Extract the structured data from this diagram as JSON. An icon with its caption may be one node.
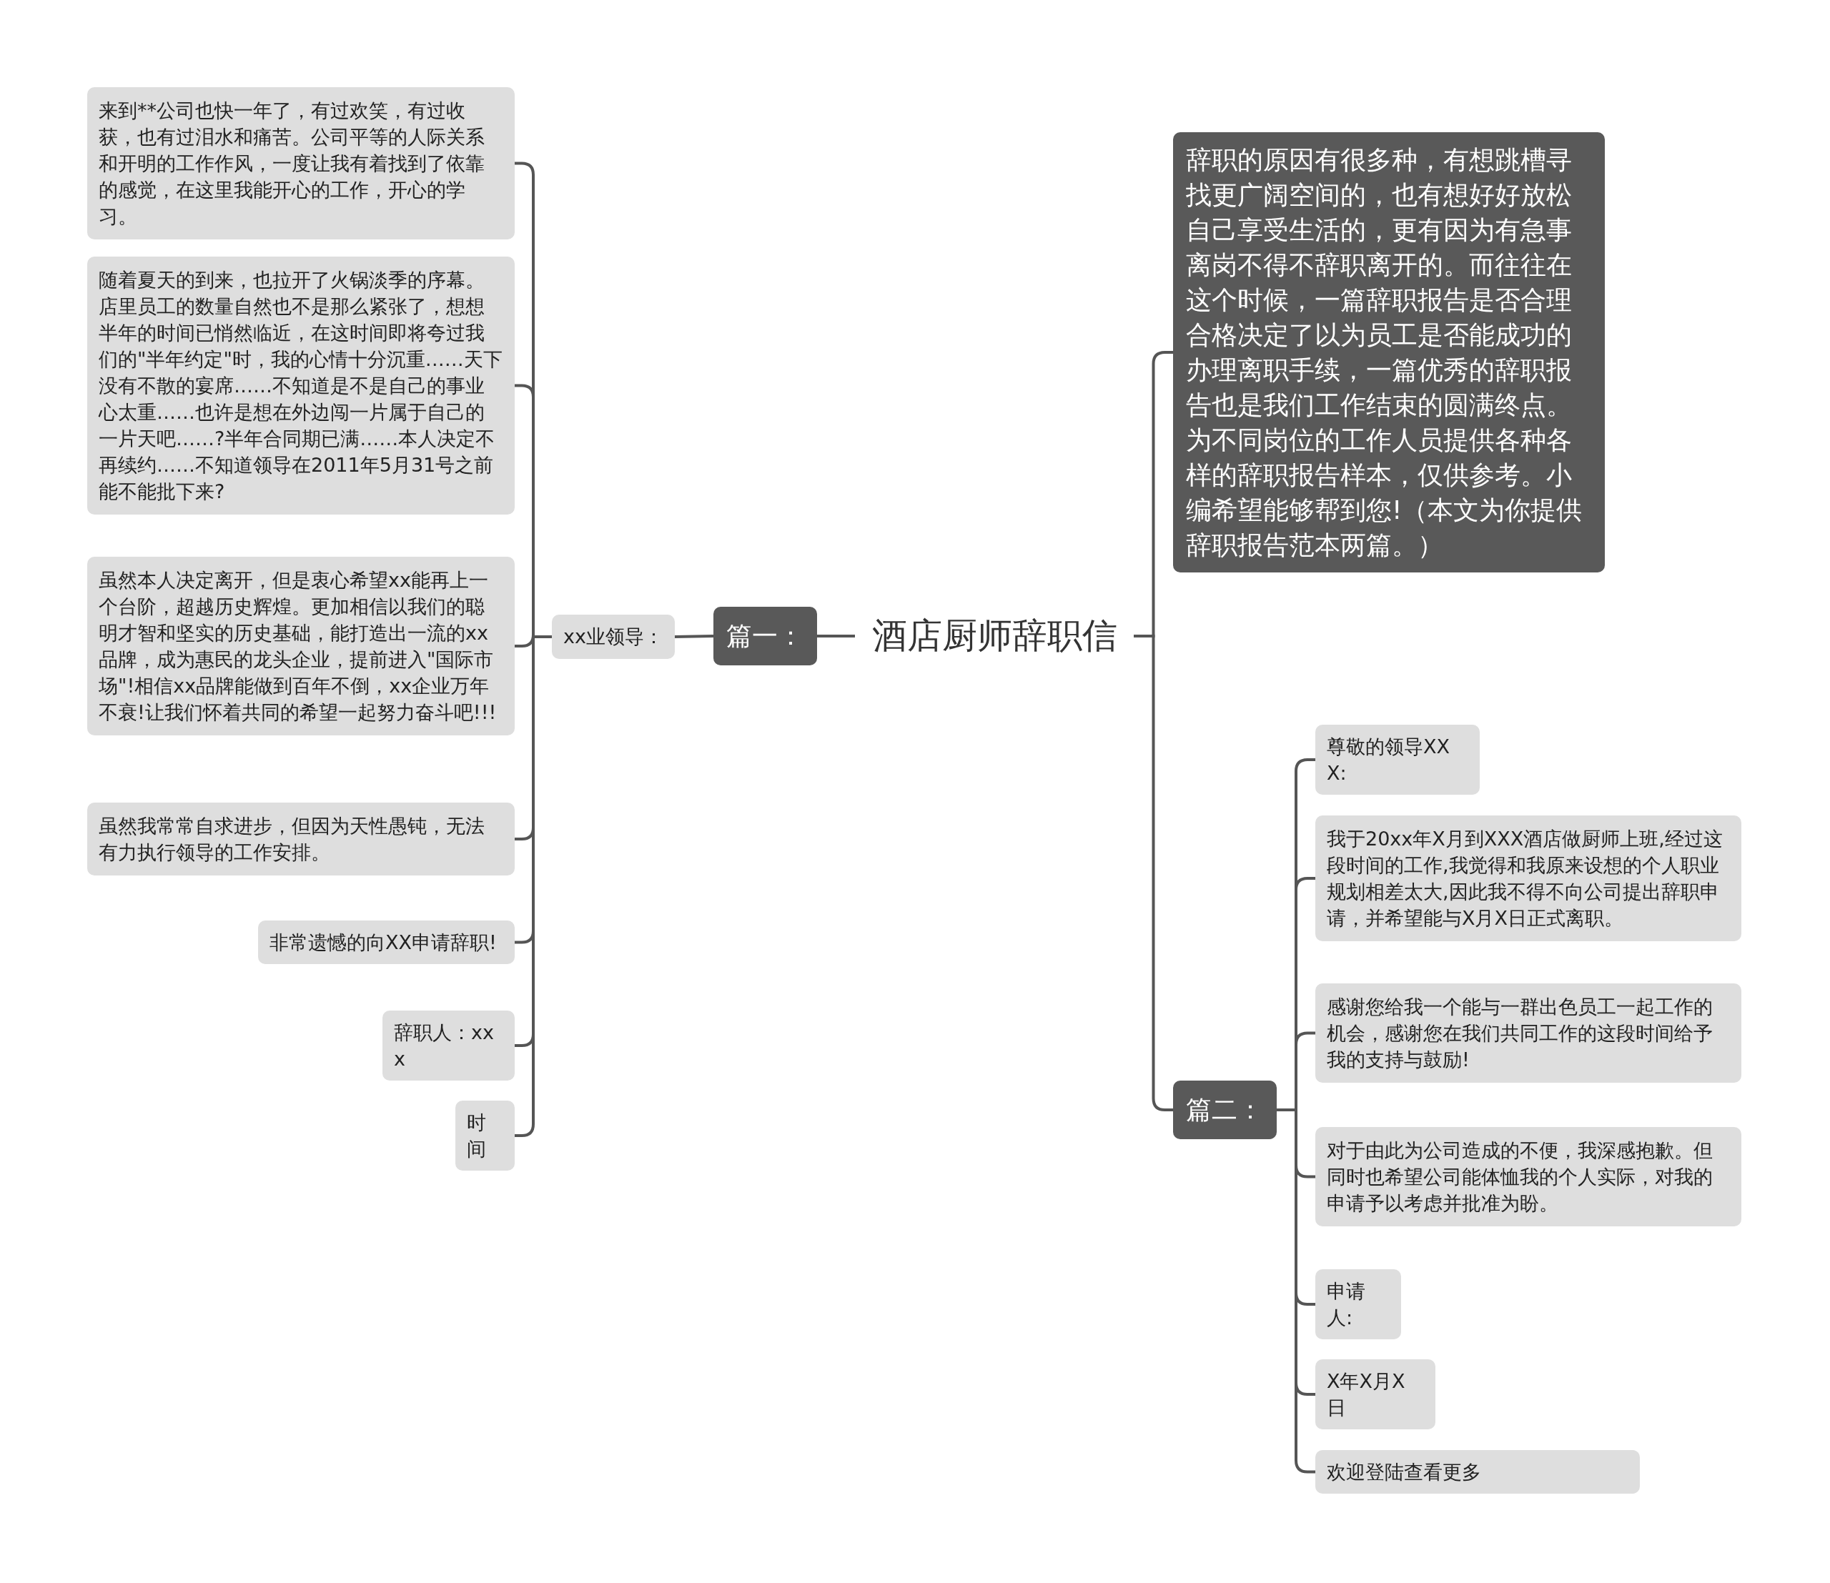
{
  "diagram": {
    "nodes": [
      {
        "text": [
          "酒店厨师辞职信"
        ]
      },
      {
        "text": [
          "篇一："
        ]
      },
      {
        "text": [
          "xx业领导："
        ]
      },
      {
        "text": [
          "来到**公司也快一年了，有过欢笑，有过收获，也有过泪水和痛苦。公司平等的人际关系和开明的工作作风，一度让我有着找到了依靠的感觉，在这里我能开心的工作，开心的学习。"
        ]
      },
      {
        "text": [
          "随着夏天的到来，也拉开了火锅淡季的序幕。店里员工的数量自然也不是那么紧张了，想想半年的时间已悄然临近，在这时间即将夸过我们的\"半年约定\"时，我的心情十分沉重……天下没有不散的宴席……不知道是不是自己的事业心太重……也许是想在外边闯一片属于自己的一片天吧……?半年合同期已满……本人决定不再续约……不知道领导在2011年5月31号之前能不能批下来?"
        ]
      },
      {
        "text": [
          "虽然本人决定离开，但是衷心希望xx能再上一个台阶，超越历史辉煌。更加相信以我们的聪明才智和坚实的历史基础，能打造出一流的xx品牌，成为惠民的龙头企业，提前进入\"国际市场\"!相信xx品牌能做到百年不倒，xx企业万年不衰!让我们怀着共同的希望一起努力奋斗吧!!!"
        ]
      },
      {
        "text": [
          "虽然我常常自求进步，但因为天性愚钝，无法有力执行领导的工作安排。"
        ]
      },
      {
        "text": [
          "非常遗憾的向XX申请辞职!"
        ]
      },
      {
        "text": [
          "辞职人：xxx"
        ]
      },
      {
        "text": [
          "时间"
        ]
      },
      {
        "text": [
          "辞职的原因有很多种，有想跳槽寻找更广阔空间的，也有想好好放松自己享受生活的，更有因为有急事离岗不得不辞职离开的。而往往在这个时候，一篇辞职报告是否合理合格决定了以为员工是否能成功的办理离职手续，一篇优秀的辞职报告也是我们工作结束的圆满终点。为不同岗位的工作人员提供各种各样的辞职报告样本，仅供参考。小编希望能够帮到您!（本文为你提供辞职报告范本两篇。）"
        ]
      },
      {
        "text": [
          "篇二："
        ]
      },
      {
        "text": [
          "尊敬的领导XXX:"
        ]
      },
      {
        "text": [
          "我于20xx年X月到XXX酒店做厨师上班,经过这段时间的工作,我觉得和我原来设想的个人职业规划相差太大,因此我不得不向公司提出辞职申请，并希望能与X月X日正式离职。"
        ]
      },
      {
        "text": [
          "感谢您给我一个能与一群出色员工一起工作的机会，感谢您在我们共同工作的这段时间给予我的支持与鼓励!"
        ]
      },
      {
        "text": [
          "对于由此为公司造成的不便，我深感抱歉。但同时也希望公司能体恤我的个人实际，对我的申请予以考虑并批准为盼。"
        ]
      },
      {
        "text": [
          "申请人:"
        ]
      },
      {
        "text": [
          "X年X月X日"
        ]
      },
      {
        "text": [
          "欢迎登陆查看更多"
        ]
      }
    ],
    "edges": [
      {
        "from": 0,
        "to": 1,
        "arrow": "none"
      },
      {
        "from": 1,
        "to": 2,
        "arrow": "none"
      },
      {
        "from": 2,
        "to": 3,
        "arrow": "none"
      },
      {
        "from": 2,
        "to": 4,
        "arrow": "none"
      },
      {
        "from": 2,
        "to": 5,
        "arrow": "none"
      },
      {
        "from": 2,
        "to": 6,
        "arrow": "none"
      },
      {
        "from": 2,
        "to": 7,
        "arrow": "none"
      },
      {
        "from": 2,
        "to": 8,
        "arrow": "none"
      },
      {
        "from": 2,
        "to": 9,
        "arrow": "none"
      },
      {
        "from": 0,
        "to": 10,
        "arrow": "none"
      },
      {
        "from": 0,
        "to": 11,
        "arrow": "none"
      },
      {
        "from": 11,
        "to": 12,
        "arrow": "none"
      },
      {
        "from": 11,
        "to": 13,
        "arrow": "none"
      },
      {
        "from": 11,
        "to": 14,
        "arrow": "none"
      },
      {
        "from": 11,
        "to": 15,
        "arrow": "none"
      },
      {
        "from": 11,
        "to": 16,
        "arrow": "none"
      },
      {
        "from": 11,
        "to": 17,
        "arrow": "none"
      },
      {
        "from": 11,
        "to": 18,
        "arrow": "none"
      }
    ]
  }
}
